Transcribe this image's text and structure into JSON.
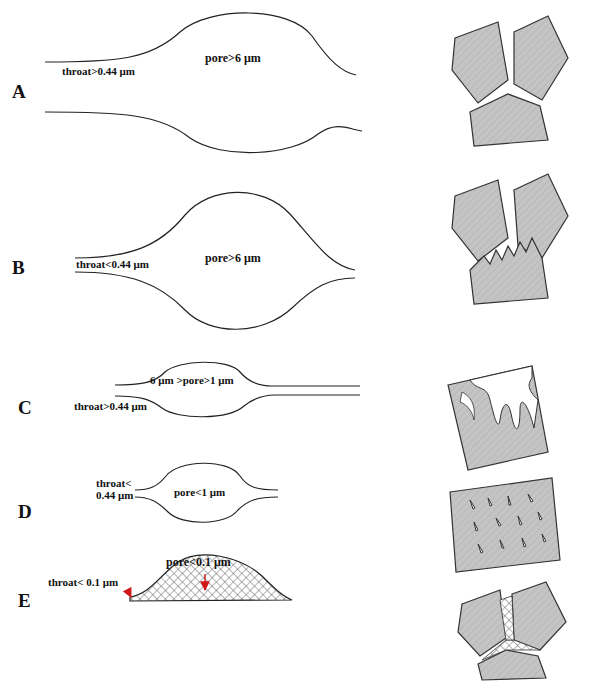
{
  "diagram": {
    "labels": [
      "throat>0.44 μm",
      "pore>6 μm",
      "A",
      "pore>6 μm",
      "throat<0.44 μm",
      "B",
      "6 μm >pore>1 μm",
      "throat>0.44 μm",
      "C",
      "throat< 0.44 μm",
      "pore<1 μm",
      "D",
      "pore<0.1 μm",
      "throat< 0.1 μm",
      "E"
    ]
  }
}
